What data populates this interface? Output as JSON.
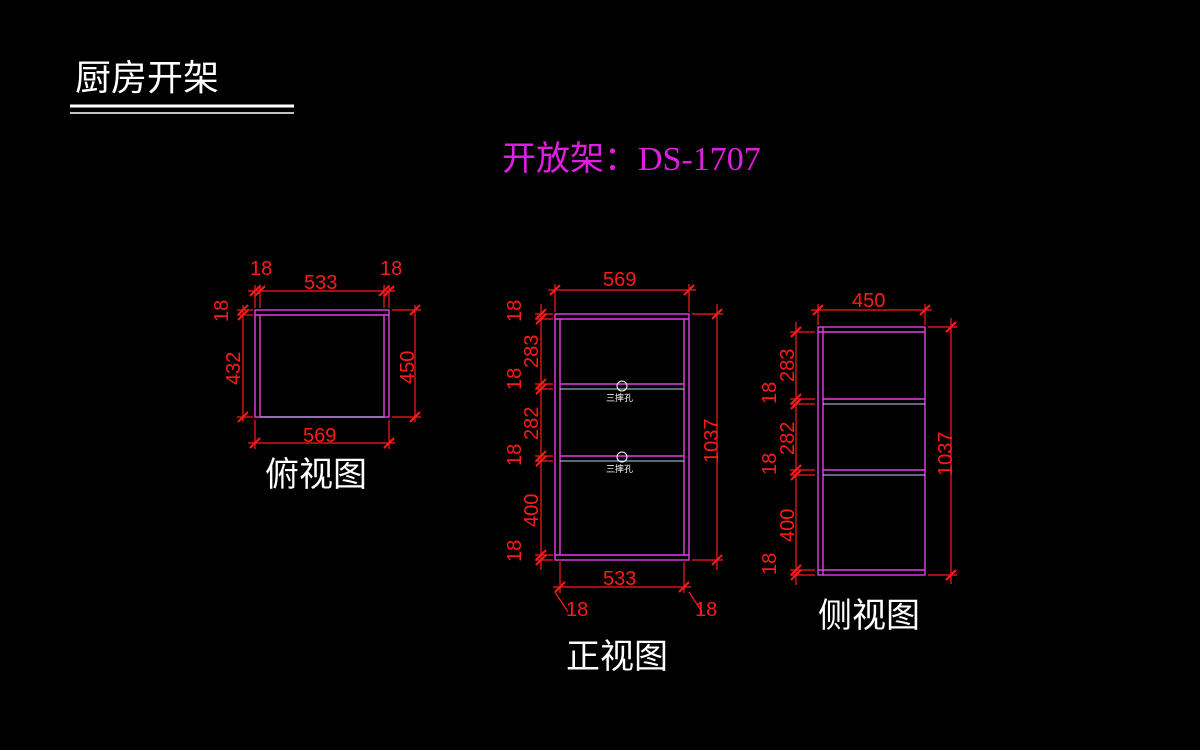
{
  "page": {
    "title": "厨房开架",
    "model_title": "开放架：DS-1707"
  },
  "views": {
    "top": {
      "label": "俯视图",
      "dims": {
        "left_t": "18",
        "inner_w": "533",
        "right_t": "18",
        "side_t": "18",
        "inner_d": "432",
        "depth": "450",
        "outer_w": "569"
      }
    },
    "front": {
      "label": "正视图",
      "dims": {
        "outer_w": "569",
        "top_t": "18",
        "h1": "283",
        "shelf1_t": "18",
        "h2": "282",
        "shelf2_t": "18",
        "h3": "400",
        "bottom_t": "18",
        "height": "1037",
        "inner_w": "533",
        "left_t": "18",
        "right_t": "18"
      },
      "hole_label": "三摔孔"
    },
    "side": {
      "label": "侧视图",
      "dims": {
        "depth": "450",
        "h1": "283",
        "shelf1_t": "18",
        "h2": "282",
        "shelf2_t": "18",
        "h3": "400",
        "bottom_t": "18",
        "height": "1037"
      }
    }
  },
  "colors": {
    "dimension": "#ff1a1a",
    "cabinet": "#e040e0",
    "title": "#e01ee0",
    "text": "#ffffff"
  }
}
